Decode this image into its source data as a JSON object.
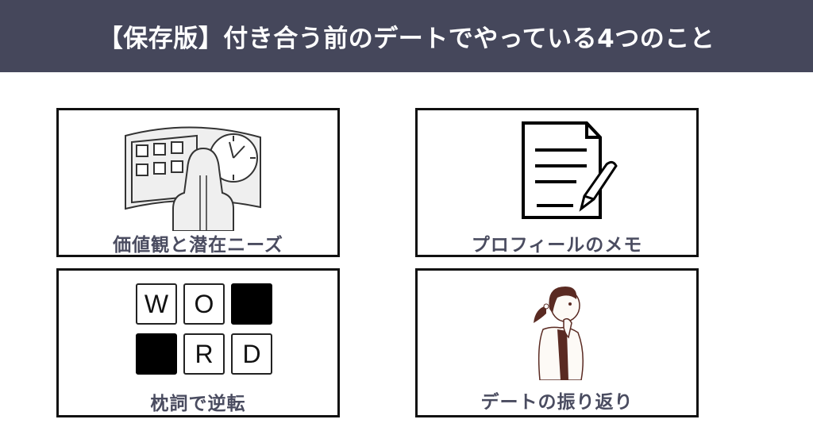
{
  "header": {
    "title": "【保存版】付き合う前のデートでやっている4つのこと",
    "background": "#45475b"
  },
  "cards": [
    {
      "label": "価値観と潜在ニーズ",
      "icon": "woman-facing-board-with-clock-icon"
    },
    {
      "label": "プロフィールのメモ",
      "icon": "document-with-pencil-icon"
    },
    {
      "label": "枕詞で逆転",
      "icon": "word-tiles-icon",
      "tiles": [
        "W",
        "O",
        "",
        "",
        "R",
        "D"
      ]
    },
    {
      "label": "デートの振り返り",
      "icon": "thinking-girl-icon"
    }
  ],
  "colors": {
    "label_text": "#4a4c60",
    "border": "#111111",
    "illustration_brown": "#5a2a22"
  }
}
